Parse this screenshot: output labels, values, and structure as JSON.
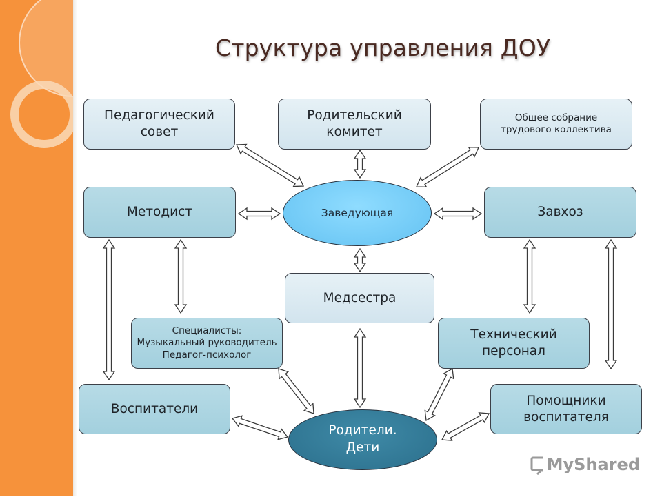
{
  "title": "Структура управления ДОУ",
  "watermark": "MyShared",
  "colors": {
    "side_band": "#f6923b",
    "box_light": "#d9e9f1",
    "box_mid": "#a8d3e0",
    "head_ellipse": "#6cc8f4",
    "parents_ellipse": "#2f7694",
    "title_text": "#4a2a22"
  },
  "nodes": {
    "ped_council": "Педагогический\nсовет",
    "parent_committee": "Родительский\nкомитет",
    "general_meeting": "Общее собрание\nтрудового коллектива",
    "methodist": "Методист",
    "head": "Заведующая",
    "supply_manager": "Завхоз",
    "nurse": "Медсестра",
    "specialists": "Специалисты:\nМузыкальный руководитель\nПедагог-психолог",
    "technical_staff": "Технический\nперсонал",
    "teachers": "Воспитатели",
    "parents_children": "Родители.\nДети",
    "teacher_assistants": "Помощники\nвоспитателя"
  },
  "connections": [
    {
      "from": "ped_council",
      "to": "head"
    },
    {
      "from": "parent_committee",
      "to": "head"
    },
    {
      "from": "general_meeting",
      "to": "head"
    },
    {
      "from": "methodist",
      "to": "head"
    },
    {
      "from": "head",
      "to": "supply_manager"
    },
    {
      "from": "head",
      "to": "nurse"
    },
    {
      "from": "methodist",
      "to": "teachers"
    },
    {
      "from": "methodist",
      "to": "specialists"
    },
    {
      "from": "supply_manager",
      "to": "technical_staff"
    },
    {
      "from": "supply_manager",
      "to": "teacher_assistants"
    },
    {
      "from": "nurse",
      "to": "parents_children"
    },
    {
      "from": "specialists",
      "to": "parents_children"
    },
    {
      "from": "technical_staff",
      "to": "parents_children"
    },
    {
      "from": "teachers",
      "to": "parents_children"
    },
    {
      "from": "teacher_assistants",
      "to": "parents_children"
    }
  ]
}
